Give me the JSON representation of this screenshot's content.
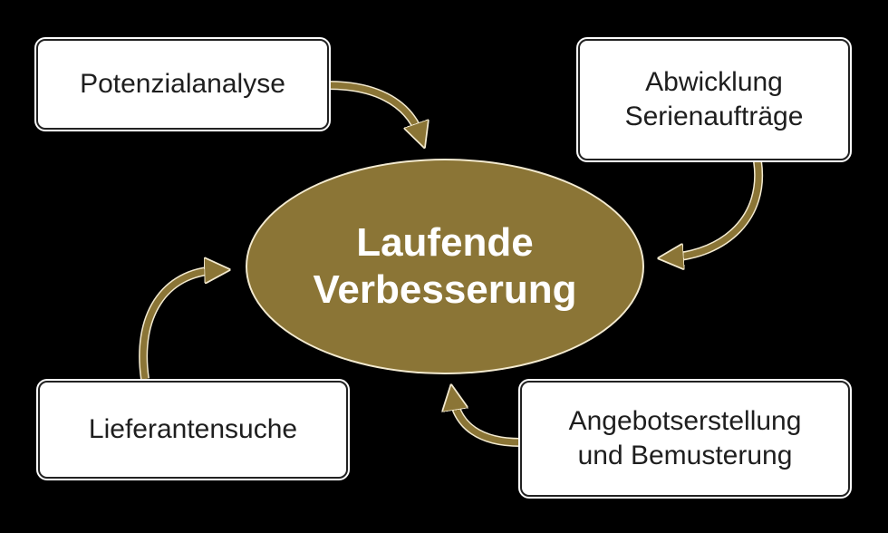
{
  "diagram": {
    "center": {
      "line1": "Laufende",
      "line2": "Verbesserung"
    },
    "nodes": [
      {
        "id": "potenzialanalyse",
        "line1": "Potenzialanalyse"
      },
      {
        "id": "abwicklung",
        "line1": "Abwicklung",
        "line2": "Serienaufträge"
      },
      {
        "id": "angebot",
        "line1": "Angebotserstellung",
        "line2": "und Bemusterung"
      },
      {
        "id": "lieferant",
        "line1": "Lieferantensuche"
      }
    ],
    "colors": {
      "accent": "#8b7536",
      "arrow": "#8b7536",
      "box_bg": "#ffffff",
      "background": "#000000"
    }
  }
}
